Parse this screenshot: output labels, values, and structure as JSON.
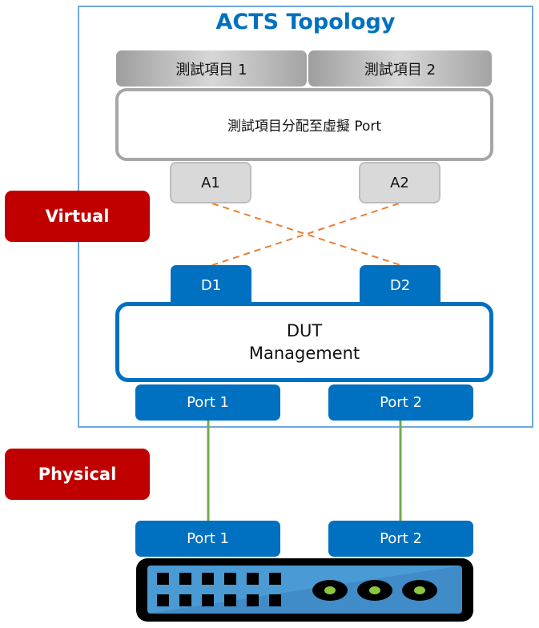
{
  "title": "ACTS Topology",
  "test_items": [
    {
      "label": "測試項目 1"
    },
    {
      "label": "測試項目 2"
    }
  ],
  "assignment_box": {
    "label": "測試項目分配至虛擬 Port"
  },
  "virtual_ports": [
    {
      "label": "A1"
    },
    {
      "label": "A2"
    }
  ],
  "dut_ports": [
    {
      "label": "D1"
    },
    {
      "label": "D2"
    }
  ],
  "dut": {
    "line1": "DUT",
    "line2": "Management"
  },
  "dut_physical_ports": [
    {
      "label": "Port 1"
    },
    {
      "label": "Port 2"
    }
  ],
  "layers": {
    "virtual": "Virtual",
    "physical": "Physical"
  },
  "switch_ports": [
    {
      "label": "Port 1"
    },
    {
      "label": "Port 2"
    }
  ],
  "connections": {
    "virtual_cross": [
      {
        "from": "A1",
        "to": "D2",
        "style": "dashed"
      },
      {
        "from": "A2",
        "to": "D1",
        "style": "dashed"
      }
    ],
    "physical_links": [
      {
        "from": "DUT Port 1",
        "to": "Switch Port 1",
        "style": "solid"
      },
      {
        "from": "DUT Port 2",
        "to": "Switch Port 2",
        "style": "solid"
      }
    ]
  },
  "colors": {
    "accent_blue": "#0070c0",
    "container_border": "#6fa8dc",
    "layer_red": "#c00000",
    "dashed_link": "#ed7d31",
    "physical_link": "#70ad47",
    "switch_body": "#4a9ad4",
    "switch_led": "#8dc63f"
  }
}
